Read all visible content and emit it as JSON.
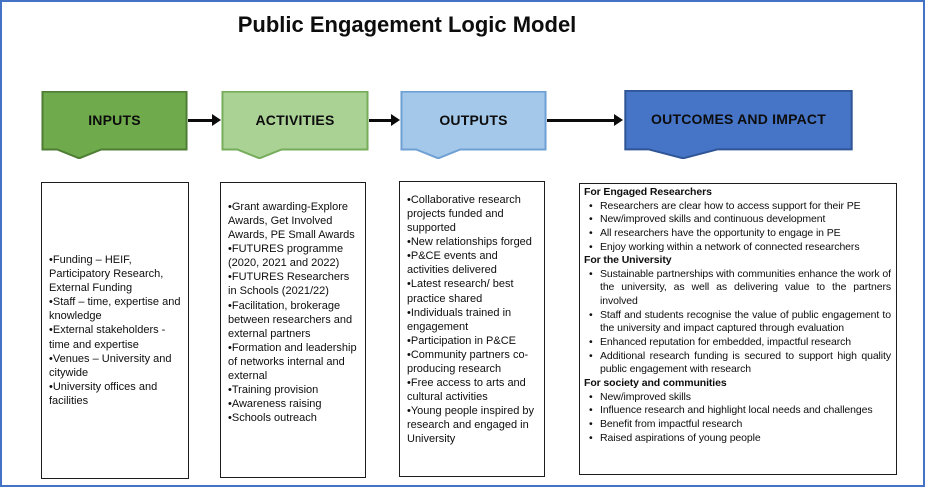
{
  "title": "Public Engagement Logic Model",
  "glyphs": {
    "bullet": "•"
  },
  "colors": {
    "frame_border": "#4472C4",
    "arrow": "#0b0b0b",
    "box_border": "#1c1c1c"
  },
  "flow": {
    "banners": [
      {
        "label": "INPUTS",
        "fill": "#6FAA4C",
        "border": "#4E7D33"
      },
      {
        "label": "ACTIVITIES",
        "fill": "#ABD295",
        "border": "#76AD5B"
      },
      {
        "label": "OUTPUTS",
        "fill": "#A4C8EA",
        "border": "#6FA0D4"
      },
      {
        "label": "OUTCOMES AND IMPACT",
        "fill": "#4674C6",
        "border": "#2F5597"
      }
    ]
  },
  "columns": {
    "inputs": {
      "items": [
        "•Funding – HEIF, Participatory Research, External Funding",
        "•Staff – time, expertise and knowledge",
        "•External stakeholders - time and expertise",
        "•Venues – University and citywide",
        "•University offices and facilities"
      ]
    },
    "activities": {
      "items": [
        "•Grant awarding-Explore Awards, Get Involved Awards, PE Small Awards",
        "•FUTURES programme (2020, 2021 and 2022)",
        "•FUTURES Researchers in Schools (2021/22)",
        "•Facilitation, brokerage between researchers and external partners",
        "•Formation and leadership of networks internal and external",
        "•Training provision",
        "•Awareness raising",
        "•Schools outreach"
      ]
    },
    "outputs": {
      "items": [
        "•Collaborative research projects funded and supported",
        "•New relationships forged",
        "•P&CE events and activities delivered",
        "•Latest research/ best practice shared",
        "•Individuals trained in engagement",
        "•Participation in P&CE",
        "•Community partners co-producing research",
        "•Free access to arts and cultural activities",
        "•Young people inspired by research and engaged in University"
      ]
    },
    "outcomes": {
      "sections": [
        {
          "header": "For Engaged Researchers",
          "items": [
            "Researchers are clear how to access support for their PE",
            "New/improved skills and continuous development",
            "All researchers have the opportunity to engage in PE",
            "Enjoy working within a network of connected researchers"
          ]
        },
        {
          "header": "For the University",
          "items": [
            "Sustainable partnerships with communities enhance the work of the university, as well as delivering value to the partners involved",
            "Staff and students recognise the value of public engagement to the university and impact captured through evaluation",
            "Enhanced reputation for embedded, impactful research",
            "Additional research funding is secured to support high quality public engagement with research"
          ]
        },
        {
          "header": "For society and communities",
          "items": [
            "New/improved skills",
            "Influence research and highlight local needs and challenges",
            "Benefit from impactful research",
            "Raised aspirations of young people"
          ]
        }
      ]
    }
  }
}
